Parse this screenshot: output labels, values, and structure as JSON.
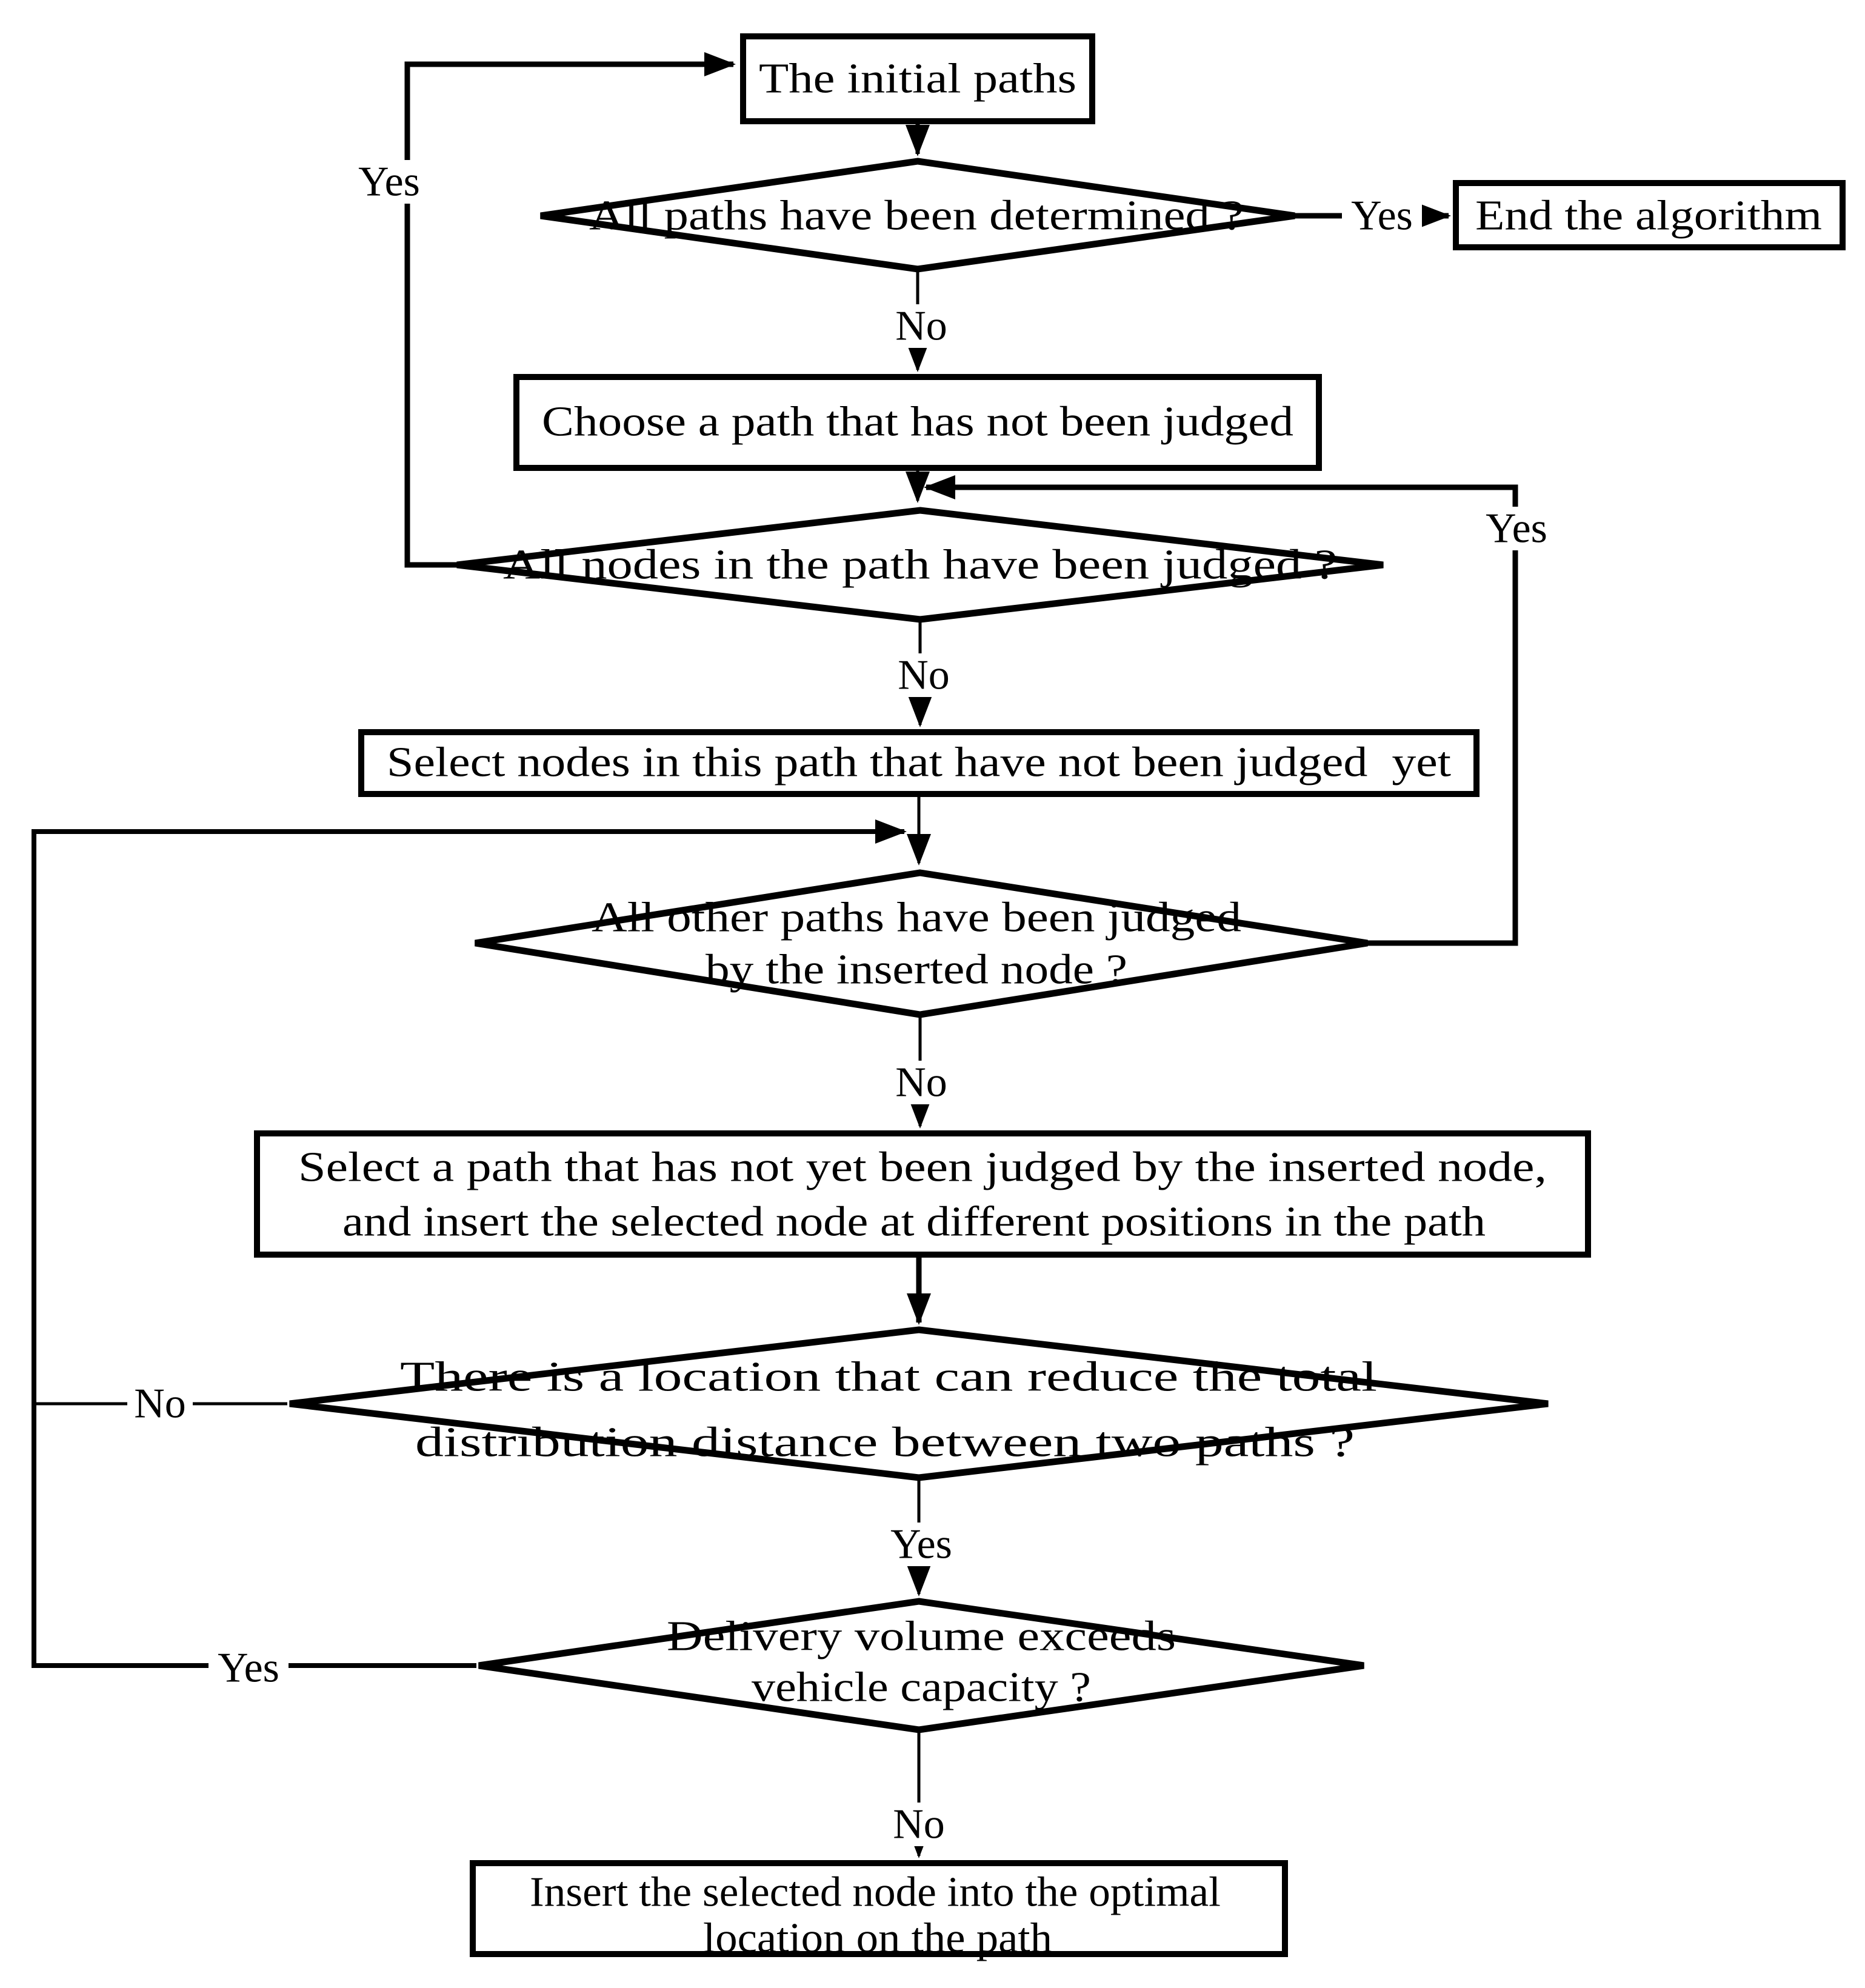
{
  "figure": {
    "type": "flowchart",
    "background_color": "#ffffff",
    "ink_color": "#000000"
  },
  "nodes": {
    "initial_paths": {
      "type": "process",
      "label": "The initial paths"
    },
    "all_paths_determined": {
      "type": "decision",
      "label": "All paths have been determined ?"
    },
    "end_algorithm": {
      "type": "process",
      "label": "End the algorithm"
    },
    "choose_path": {
      "type": "process",
      "label": "Choose a path that has not been judged"
    },
    "all_nodes_judged": {
      "type": "decision",
      "label": "All nodes in the path have been judged ?"
    },
    "select_nodes": {
      "type": "process",
      "label": "Select nodes in this path that have not been judged  yet"
    },
    "all_other_paths_judged": {
      "type": "decision",
      "line1": "All other paths have been judged",
      "line2": "by the inserted node ?"
    },
    "select_path_insert": {
      "type": "process",
      "line1": "Select a path that has not yet been judged by the inserted node,",
      "line2": "and insert the selected node at different positions in the path"
    },
    "location_reduces_distance": {
      "type": "decision",
      "line1": "There is a location that can reduce the total",
      "line2": "distribution distance between two paths ?"
    },
    "volume_exceeds_capacity": {
      "type": "decision",
      "line1": "Delivery volume exceeds",
      "line2": "vehicle capacity ?"
    },
    "insert_optimal": {
      "type": "process",
      "line1": "Insert the selected node into the optimal",
      "line2": "location on the path"
    }
  },
  "edge_labels": {
    "d1_yes": "Yes",
    "d1_no": "No",
    "d2_yes": "Yes",
    "d2_no": "No",
    "d3_yes": "Yes",
    "d3_no": "No",
    "d4_no": "No",
    "d4_yes": "Yes",
    "d5_yes": "Yes",
    "d5_no": "No"
  }
}
